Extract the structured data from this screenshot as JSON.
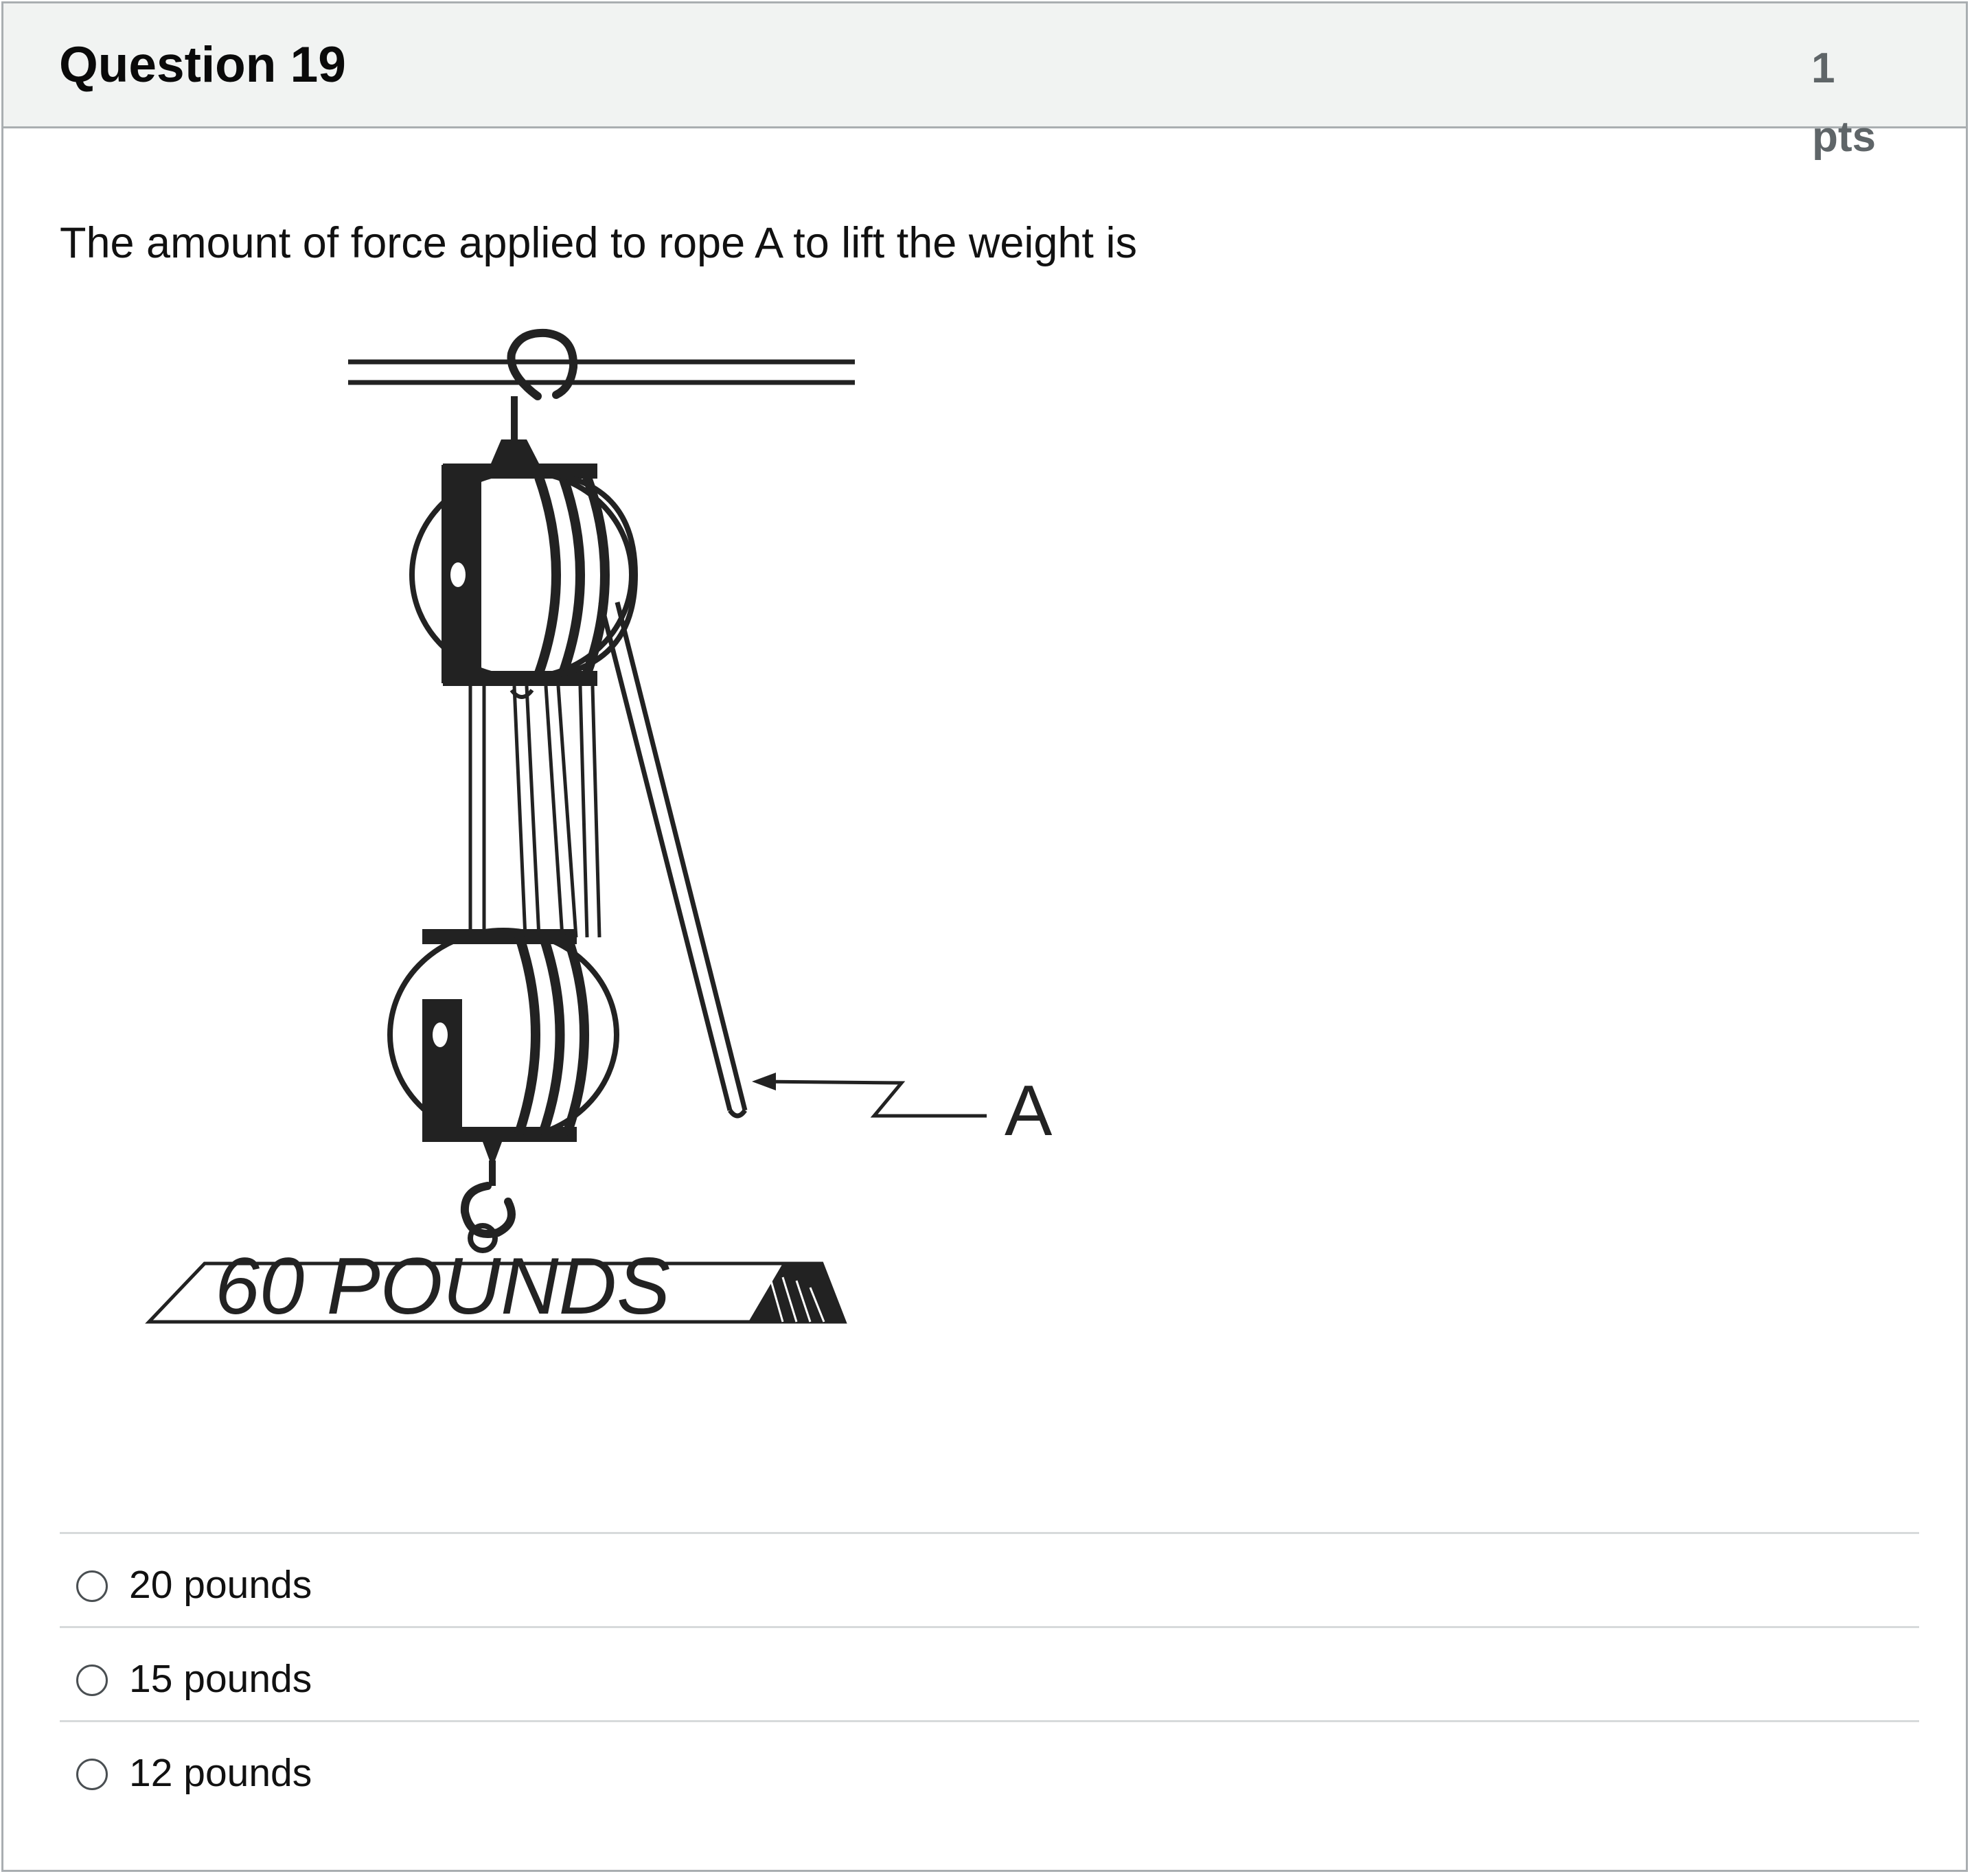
{
  "question": {
    "title": "Question 19",
    "points_value": "1",
    "points_unit": "pts",
    "prompt": "The amount of force applied to rope A to lift the weight is"
  },
  "figure": {
    "weight_label": "60 POUNDS",
    "rope_label": "A"
  },
  "answers": [
    {
      "label": "20 pounds",
      "selected": false
    },
    {
      "label": "15 pounds",
      "selected": false
    },
    {
      "label": "12 pounds",
      "selected": false
    }
  ]
}
